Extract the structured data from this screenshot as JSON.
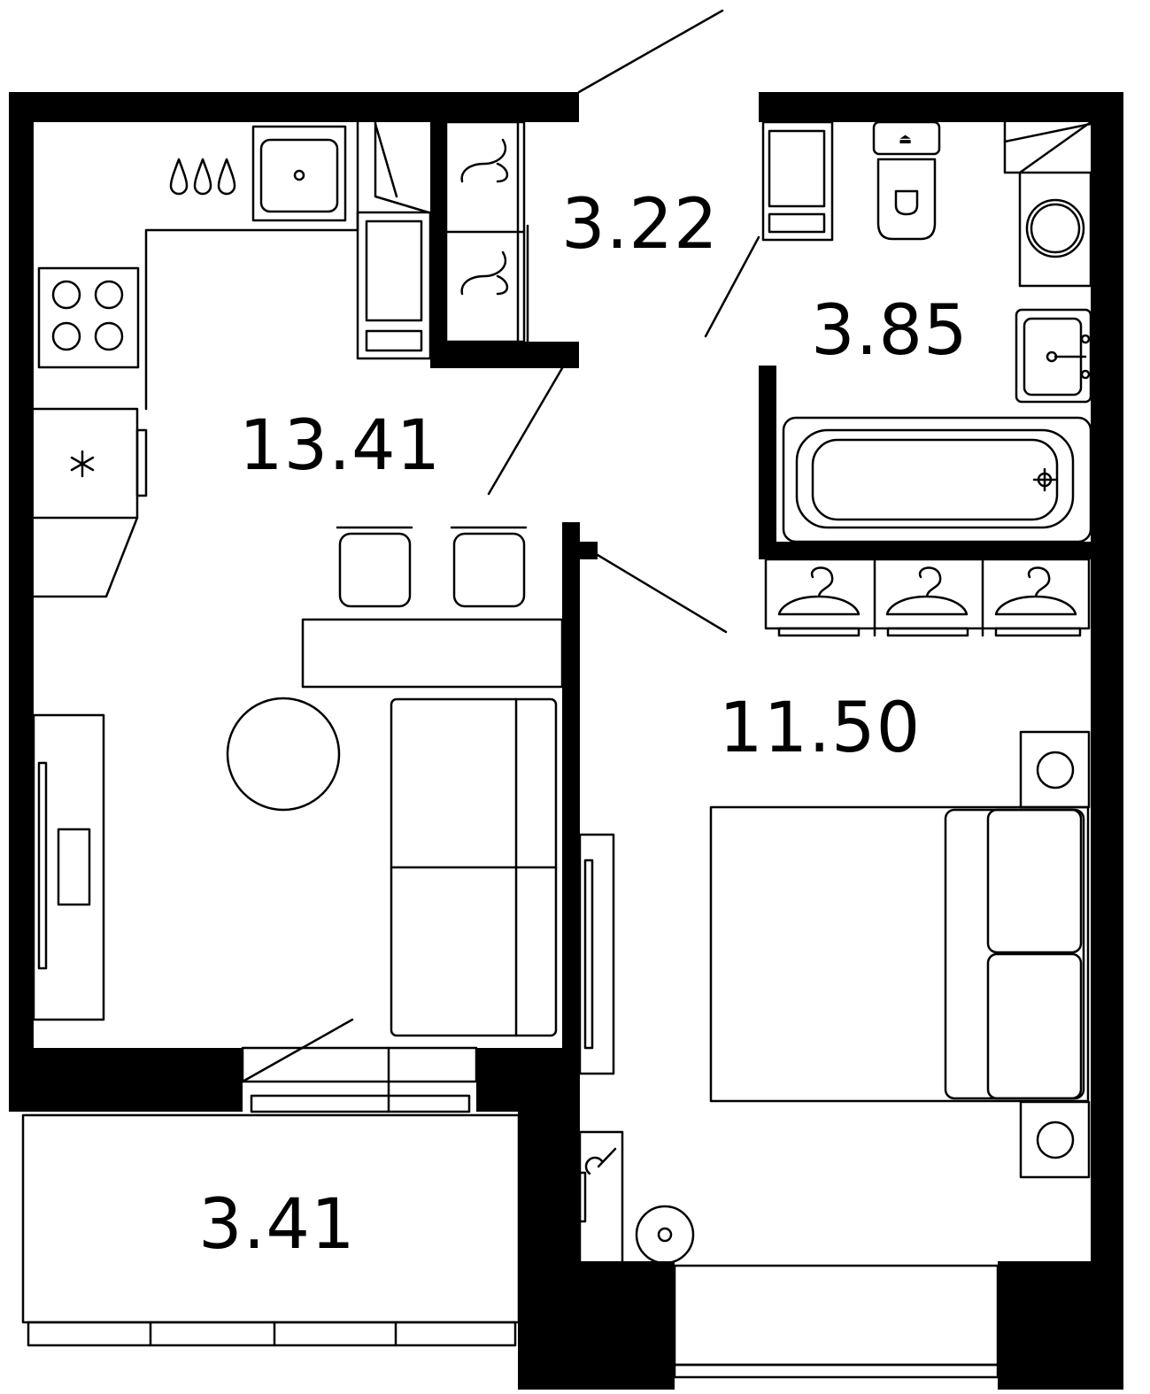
{
  "rooms": {
    "living_kitchen": {
      "area": "13.41"
    },
    "hallway": {
      "area": "3.22"
    },
    "bathroom": {
      "area": "3.85"
    },
    "bedroom": {
      "area": "11.50"
    },
    "balcony": {
      "area": "3.41"
    }
  },
  "colors": {
    "wall": "#000000",
    "background": "#ffffff",
    "line": "#000000"
  }
}
